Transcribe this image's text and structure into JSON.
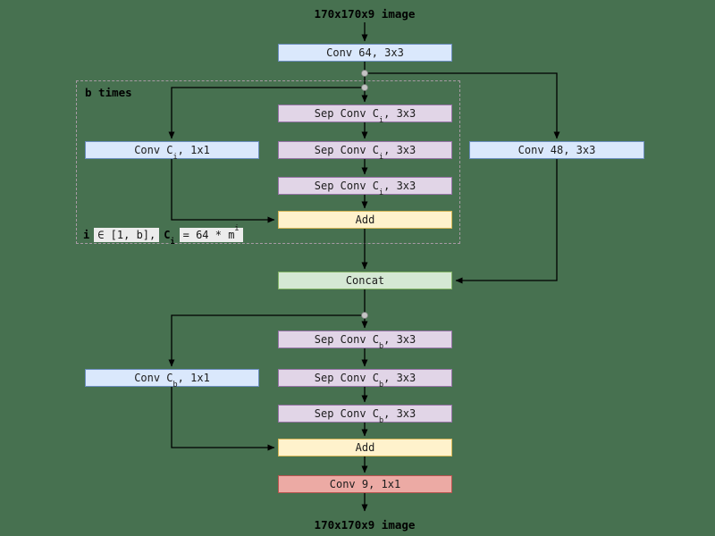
{
  "diagram": {
    "input_label": "170x170x9 image",
    "output_label": "170x170x9 image",
    "loop_label": "b times",
    "formula": {
      "lead": "i",
      "code1": "∈ [1, b],",
      "var_base": "C",
      "var_sub": "i",
      "code2_pre": "= 64 * m",
      "code2_sup": "i"
    },
    "nodes": {
      "conv64": {
        "label": "Conv 64, 3x3"
      },
      "sep_i_1": {
        "pre": "Sep Conv C",
        "sub": "i",
        "post": ", 3x3"
      },
      "sep_i_2": {
        "pre": "Sep Conv C",
        "sub": "i",
        "post": ", 3x3"
      },
      "sep_i_3": {
        "pre": "Sep Conv C",
        "sub": "i",
        "post": ", 3x3"
      },
      "conv_ci": {
        "pre": "Conv C",
        "sub": "i",
        "post": ", 1x1"
      },
      "conv48": {
        "label": "Conv 48, 3x3"
      },
      "add1": {
        "label": "Add"
      },
      "concat": {
        "label": "Concat"
      },
      "sep_b_1": {
        "pre": "Sep Conv C",
        "sub": "b",
        "post": ", 3x3"
      },
      "sep_b_2": {
        "pre": "Sep Conv C",
        "sub": "b",
        "post": ", 3x3"
      },
      "sep_b_3": {
        "pre": "Sep Conv C",
        "sub": "b",
        "post": ", 3x3"
      },
      "conv_cb": {
        "pre": "Conv C",
        "sub": "b",
        "post": ", 1x1"
      },
      "add2": {
        "label": "Add"
      },
      "conv9": {
        "label": "Conv 9, 1x1"
      }
    },
    "palette": {
      "background": "#477150",
      "conv_fill": "#dae8fc",
      "conv_stroke": "#6c8ebf",
      "sep_conv_fill": "#e1d5e7",
      "sep_conv_stroke": "#9673a6",
      "add_fill": "#fff2cc",
      "add_stroke": "#d6b656",
      "concat_fill": "#d5e8d4",
      "concat_stroke": "#82b366",
      "output_conv_fill": "#ecaaa4",
      "output_conv_stroke": "#b85450",
      "edge_color": "#000000",
      "junction_dot": "#c4c4c4",
      "group_border": "#a79aa4",
      "code_highlight_bg": "#ececec"
    }
  }
}
